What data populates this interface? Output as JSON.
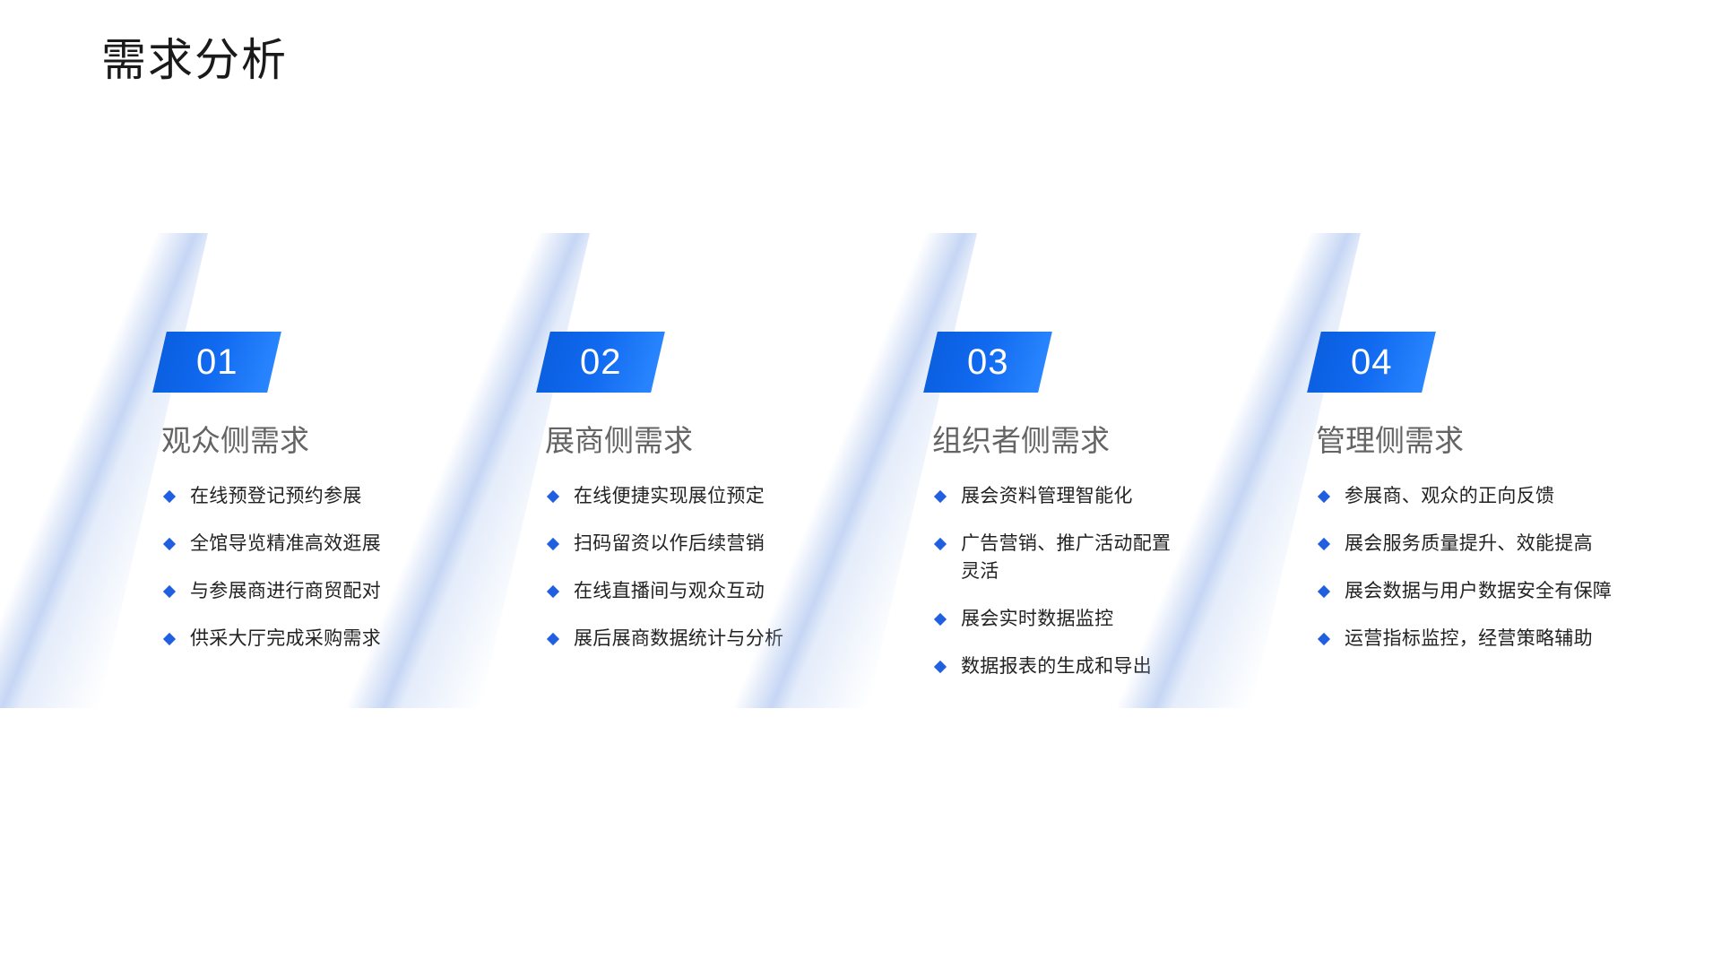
{
  "slide": {
    "title": "需求分析",
    "accent_color": "#1069ef",
    "badge_gradient_from": "#0b5fe0",
    "badge_gradient_to": "#2a86ff",
    "heading_color": "#646464",
    "bullet_color": "#1f5fe0",
    "body_color": "#222222",
    "background": "#ffffff",
    "bullet_icon": "diamond-bullet-icon"
  },
  "columns": [
    {
      "number": "01",
      "heading": "观众侧需求",
      "items": [
        "在线预登记预约参展",
        "全馆导览精准高效逛展",
        "与参展商进行商贸配对",
        "供采大厅完成采购需求"
      ]
    },
    {
      "number": "02",
      "heading": "展商侧需求",
      "items": [
        "在线便捷实现展位预定",
        "扫码留资以作后续营销",
        "在线直播间与观众互动",
        "展后展商数据统计与分析"
      ]
    },
    {
      "number": "03",
      "heading": "组织者侧需求",
      "items": [
        "展会资料管理智能化",
        "广告营销、推广活动配置灵活",
        "展会实时数据监控",
        "数据报表的生成和导出"
      ]
    },
    {
      "number": "04",
      "heading": "管理侧需求",
      "items": [
        "参展商、观众的正向反馈",
        "展会服务质量提升、效能提高",
        "展会数据与用户数据安全有保障",
        "运营指标监控，经营策略辅助"
      ]
    }
  ]
}
